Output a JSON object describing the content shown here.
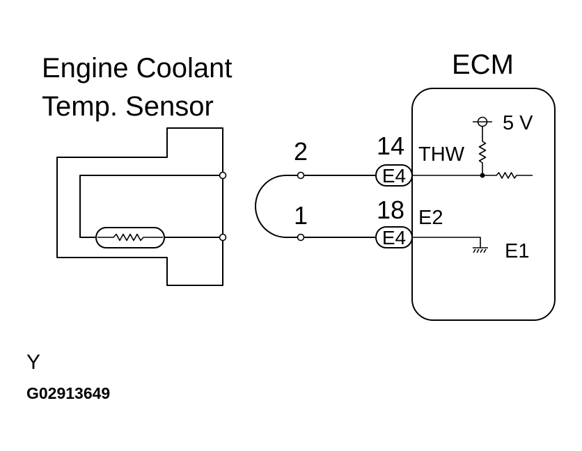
{
  "sensor": {
    "title_line1": "Engine Coolant",
    "title_line2": "Temp. Sensor"
  },
  "harness": {
    "terminal_top": "2",
    "terminal_bottom": "1",
    "pin_top": "14",
    "pin_bottom": "18",
    "connector_top": "E4",
    "connector_bottom": "E4"
  },
  "ecm": {
    "title": "ECM",
    "pin_thw": "THW",
    "pin_e2": "E2",
    "supply": "5 V",
    "ground": "E1"
  },
  "footer": {
    "note": "Y",
    "code": "G02913649"
  },
  "colors": {
    "line": "#000000",
    "background": "#ffffff"
  }
}
